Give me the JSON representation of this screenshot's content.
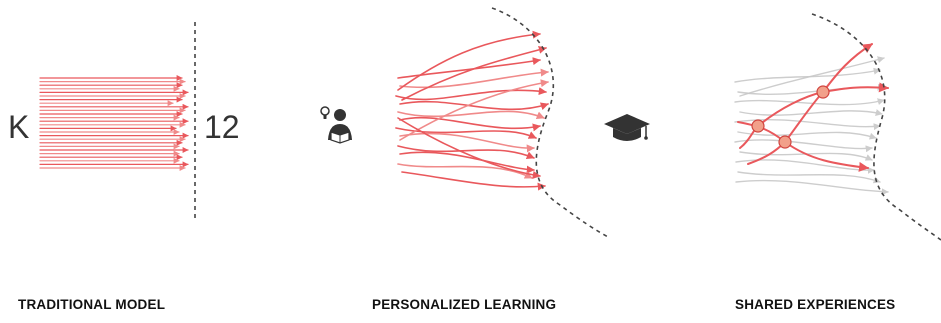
{
  "colors": {
    "accent_red": "#e9585c",
    "accent_red_light": "#f08a8a",
    "node_fill": "#f2a08a",
    "grey_path": "#c8c8c8",
    "dashed_boundary": "#444444",
    "icon_dark": "#333333",
    "text": "#111111"
  },
  "panels": {
    "traditional": {
      "title": "TRADITIONAL MODEL",
      "start_label": "K",
      "end_label": "12"
    },
    "personalized": {
      "title": "PERSONALIZED LEARNING",
      "icon": "student-reading-icon"
    },
    "shared": {
      "title": "SHARED EXPERIENCES",
      "icon": "graduation-cap-icon"
    }
  }
}
